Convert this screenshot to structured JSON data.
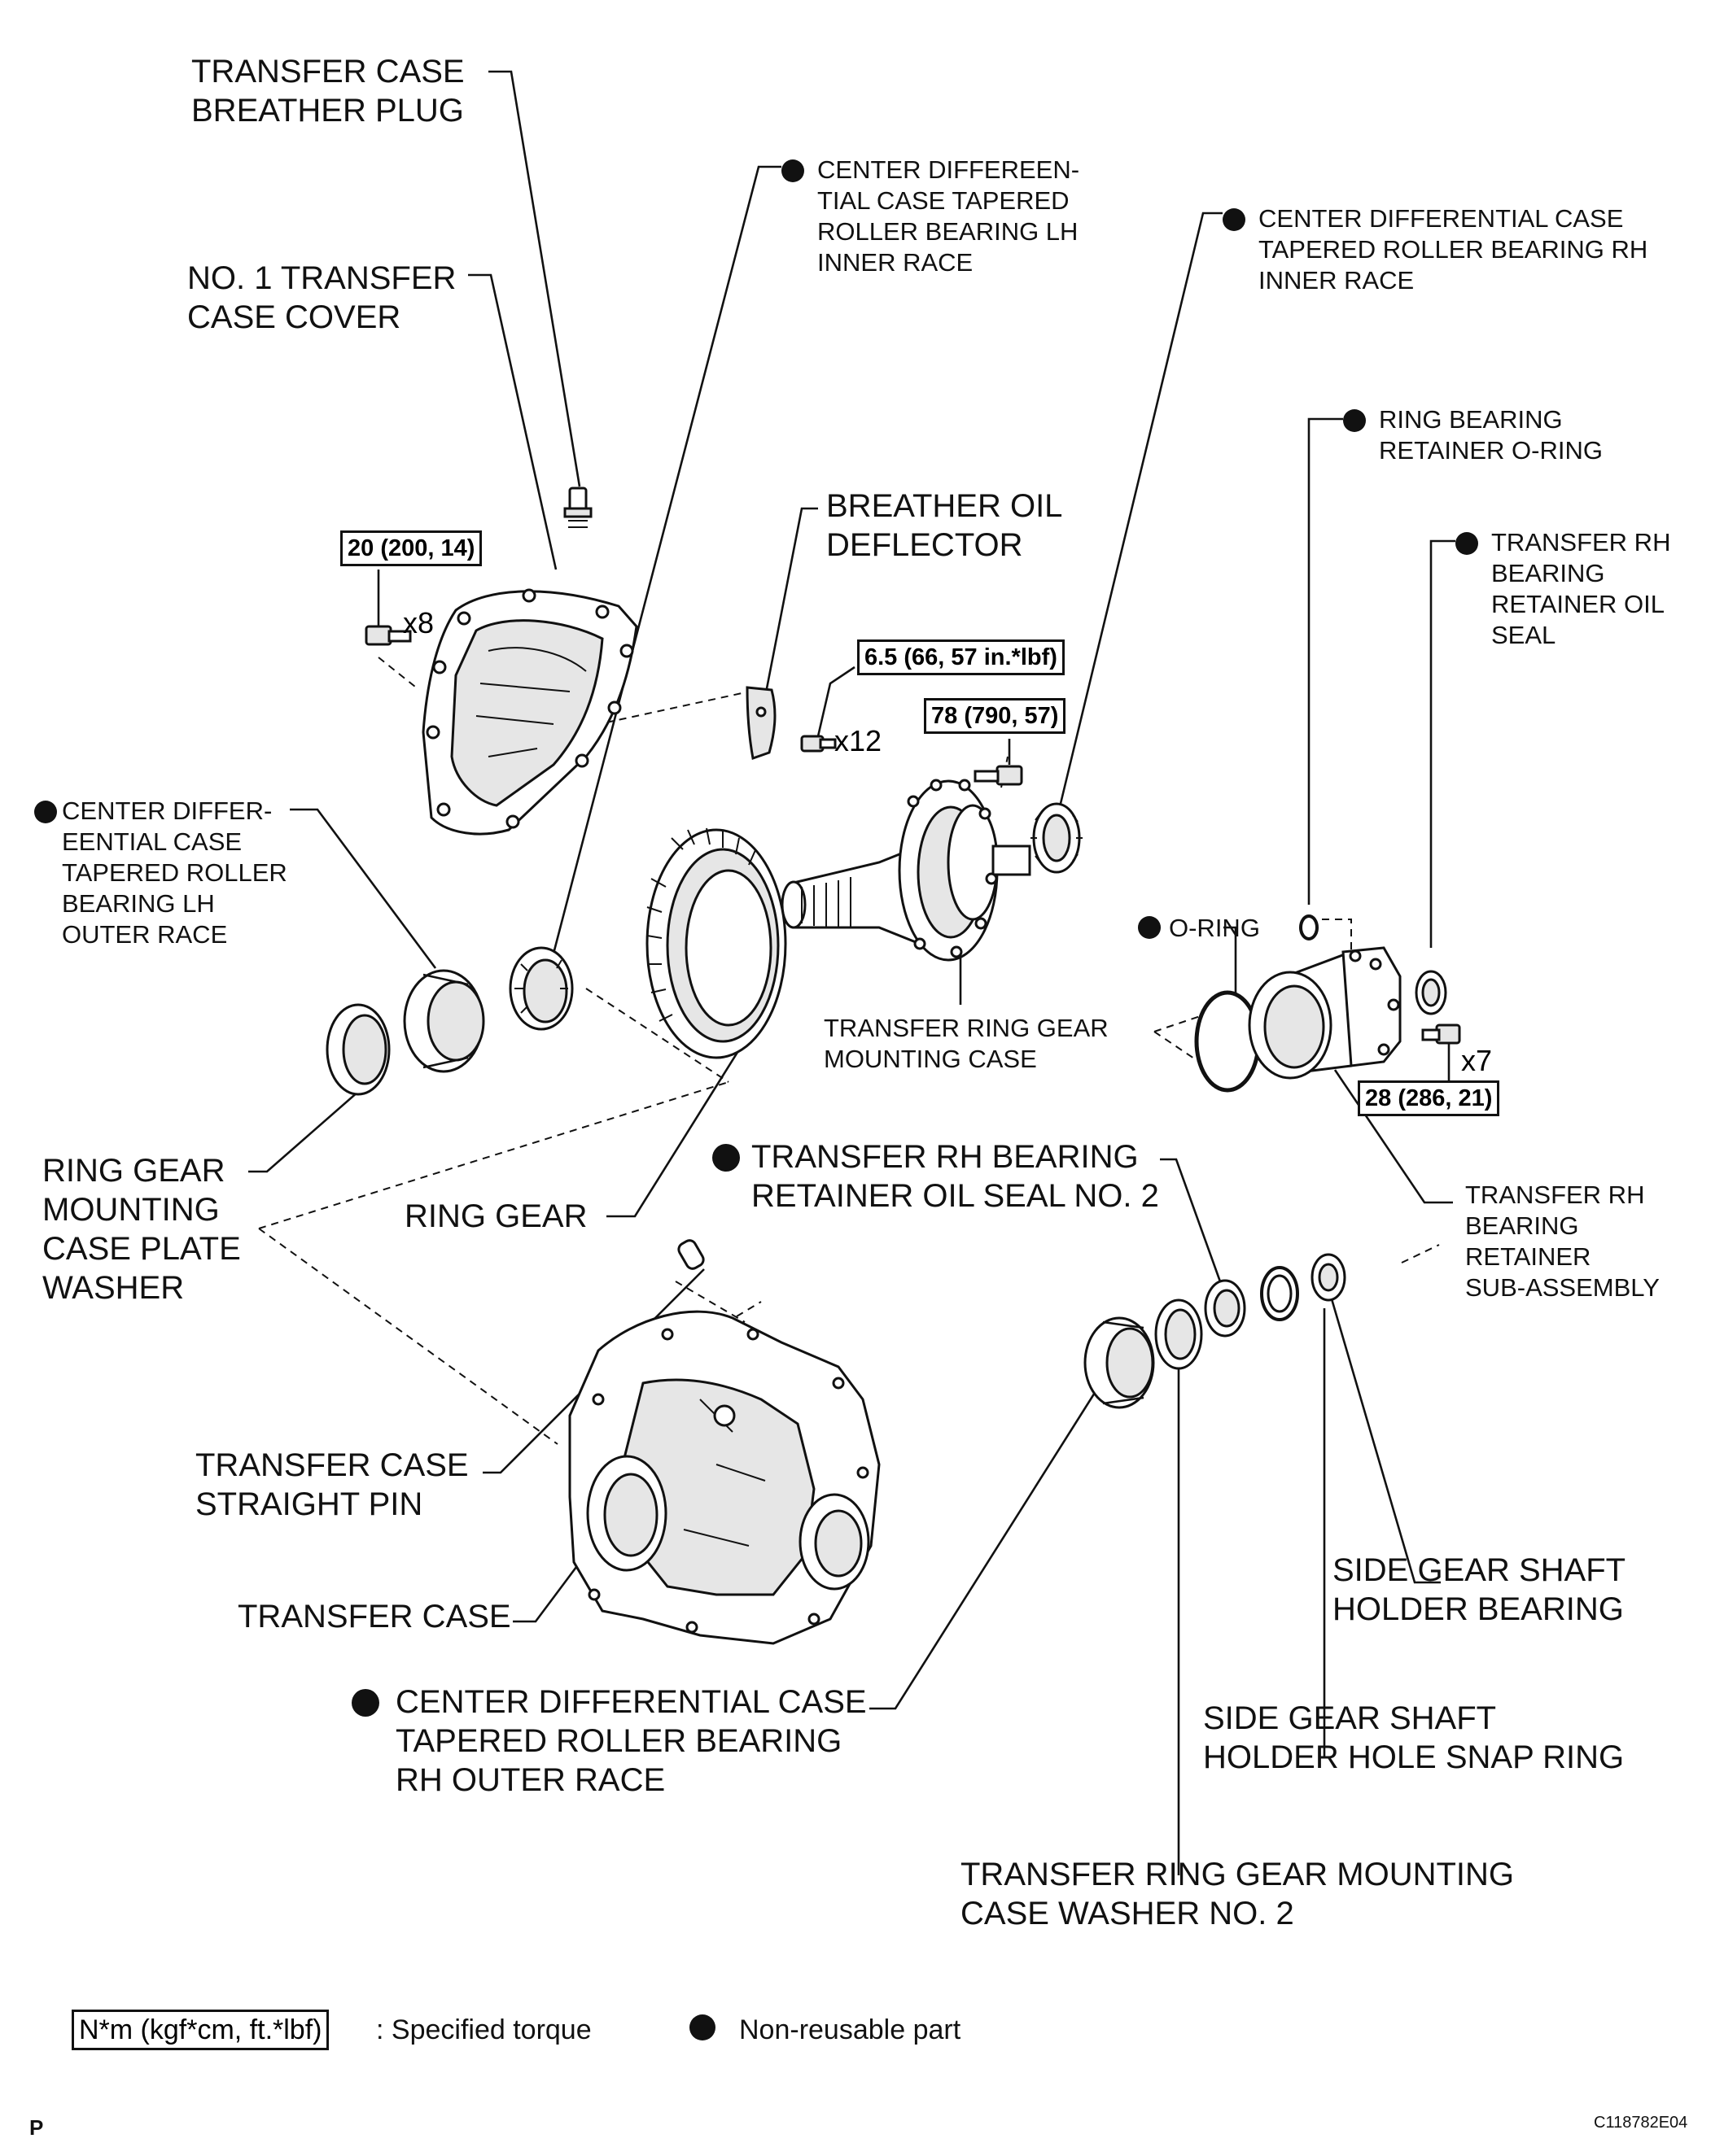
{
  "labels": {
    "breather_plug": "TRANSFER CASE\nBREATHER PLUG",
    "case_cover": "NO. 1 TRANSFER\nCASE COVER",
    "lh_inner_race": "CENTER DIFFEREEN-\nTIAL CASE TAPERED\nROLLER BEARING LH\nINNER RACE",
    "rh_inner_race": "CENTER DIFFERENTIAL CASE\nTAPERED ROLLER BEARING RH\nINNER RACE",
    "ring_bearing_oring": "RING BEARING\nRETAINER O-RING",
    "breather_deflector": "BREATHER OIL\nDEFLECTOR",
    "rh_retainer_oil_seal": "TRANSFER RH\nBEARING\nRETAINER OIL\nSEAL",
    "lh_outer_race": "CENTER DIFFER-\nEENTIAL CASE\nTAPERED ROLLER\nBEARING LH\nOUTER RACE",
    "o_ring": "O-RING",
    "ring_gear_mounting_case": "TRANSFER RING GEAR\nMOUNTING CASE",
    "plate_washer": "RING GEAR\nMOUNTING\nCASE PLATE\nWASHER",
    "ring_gear": "RING GEAR",
    "oil_seal_no2": "TRANSFER RH BEARING\nRETAINER OIL SEAL NO. 2",
    "rh_retainer_sub": "TRANSFER RH\nBEARING\nRETAINER\nSUB-ASSEMBLY",
    "straight_pin": "TRANSFER CASE\nSTRAIGHT PIN",
    "transfer_case": "TRANSFER CASE",
    "side_gear_bearing": "SIDE GEAR SHAFT\nHOLDER BEARING",
    "rh_outer_race": "CENTER DIFFERENTIAL CASE\nTAPERED ROLLER BEARING\nRH OUTER RACE",
    "snap_ring": "SIDE GEAR SHAFT\nHOLDER HOLE SNAP RING",
    "washer_no2": "TRANSFER RING GEAR MOUNTING\nCASE WASHER NO. 2"
  },
  "torques": {
    "cover_bolt": "20 (200, 14)",
    "deflector_bolt": "6.5 (66, 57 in.*lbf)",
    "ring_gear_bolt": "78 (790, 57)",
    "retainer_bolt": "28 (286, 21)"
  },
  "quantities": {
    "cover_bolt": "x8",
    "deflector_bolt": "x12",
    "retainer_bolt": "x7"
  },
  "legend": {
    "torque_box": "N*m (kgf*cm, ft.*lbf)",
    "torque_text": ": Specified torque",
    "nonreusable_text": "Non-reusable part"
  },
  "footer": {
    "page_letter": "P",
    "figure_code": "C118782E04"
  }
}
